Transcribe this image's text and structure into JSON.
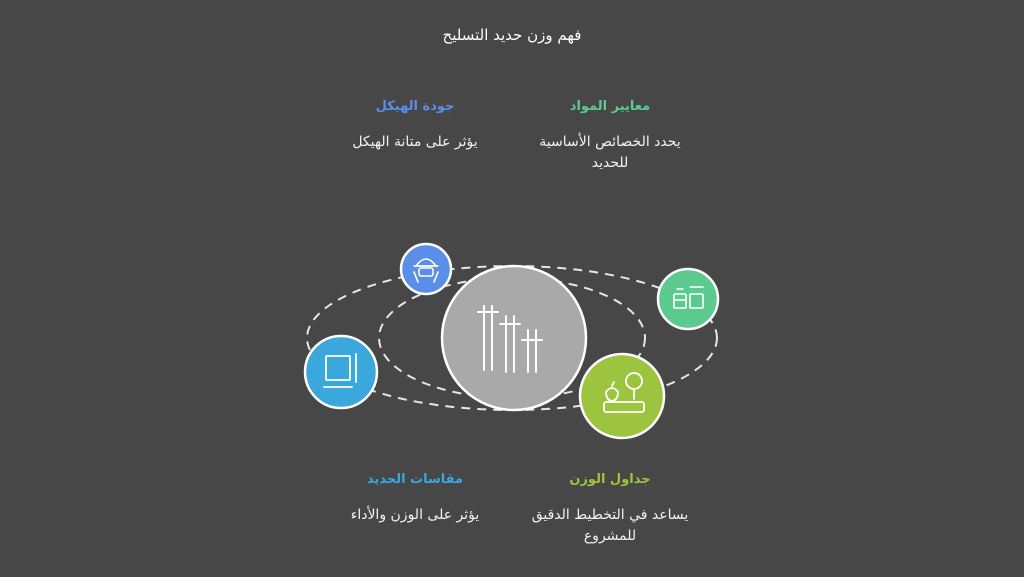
{
  "title": "فهم وزن حديد التسليح",
  "colors": {
    "background": "#474747",
    "center": "#a9a9a9",
    "material": "#5cc98f",
    "structure": "#5b8ee6",
    "weight": "#9cc43f",
    "sizes": "#3aa7dd"
  },
  "items": {
    "material": {
      "heading": "معايير المواد",
      "description": "يحدد الخصائص الأساسية للحديد",
      "icon": "materials-icon"
    },
    "structure": {
      "heading": "جودة الهيكل",
      "description": "يؤثر على متانة الهيكل",
      "icon": "worker-helmet-icon"
    },
    "weight": {
      "heading": "جداول الوزن",
      "description": "يساعد في التخطيط الدقيق للمشروع",
      "icon": "scale-icon"
    },
    "sizes": {
      "heading": "مقاسات الحديد",
      "description": "يؤثر على الوزن والأداء",
      "icon": "dimensions-icon"
    }
  },
  "center": {
    "icon": "rebar-icon"
  }
}
